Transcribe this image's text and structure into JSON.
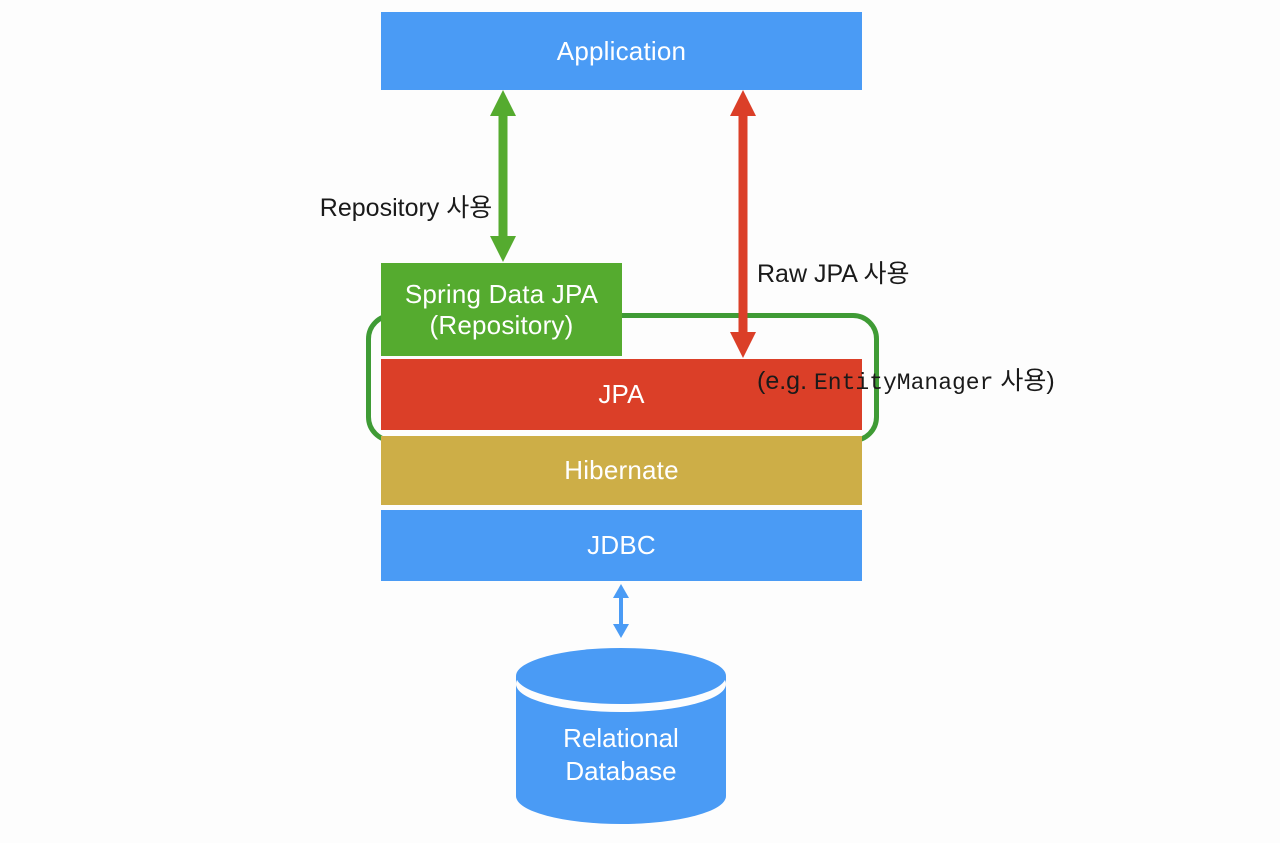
{
  "diagram": {
    "title": "JPA layered architecture diagram",
    "background_color": "#fdfdfd",
    "boxes": [
      {
        "id": "application",
        "label": "Application",
        "color": "#4a9bf5"
      },
      {
        "id": "spring-data-jpa",
        "label_line1": "Spring Data JPA",
        "label_line2": "(Repository)",
        "color": "#55ab2f"
      },
      {
        "id": "jpa",
        "label": "JPA",
        "color": "#db3f28"
      },
      {
        "id": "hibernate",
        "label": "Hibernate",
        "color": "#cdae47"
      },
      {
        "id": "jdbc",
        "label": "JDBC",
        "color": "#4a9bf5"
      }
    ],
    "group_outline": {
      "color": "#3f9b35",
      "encloses": "Spring Data JPA + JPA"
    },
    "labels": {
      "repository_usage": "Repository 사용",
      "raw_jpa_usage_line1": "Raw JPA 사용",
      "raw_jpa_usage_line2_prefix": "(e.g. ",
      "raw_jpa_usage_line2_mono": "EntityManager",
      "raw_jpa_usage_line2_suffix": " 사용)"
    },
    "arrows": [
      {
        "id": "green-arrow",
        "color": "#55ab2f",
        "from": "Application",
        "to": "Spring Data JPA",
        "double_headed": true
      },
      {
        "id": "red-arrow",
        "color": "#db3f28",
        "from": "Application",
        "to": "JPA",
        "double_headed": true
      },
      {
        "id": "blue-arrow",
        "color": "#4a9bf5",
        "from": "JDBC",
        "to": "Relational Database",
        "double_headed": true
      }
    ],
    "database": {
      "label_line1": "Relational",
      "label_line2": "Database",
      "color": "#4a9bf5",
      "shape": "cylinder"
    }
  }
}
